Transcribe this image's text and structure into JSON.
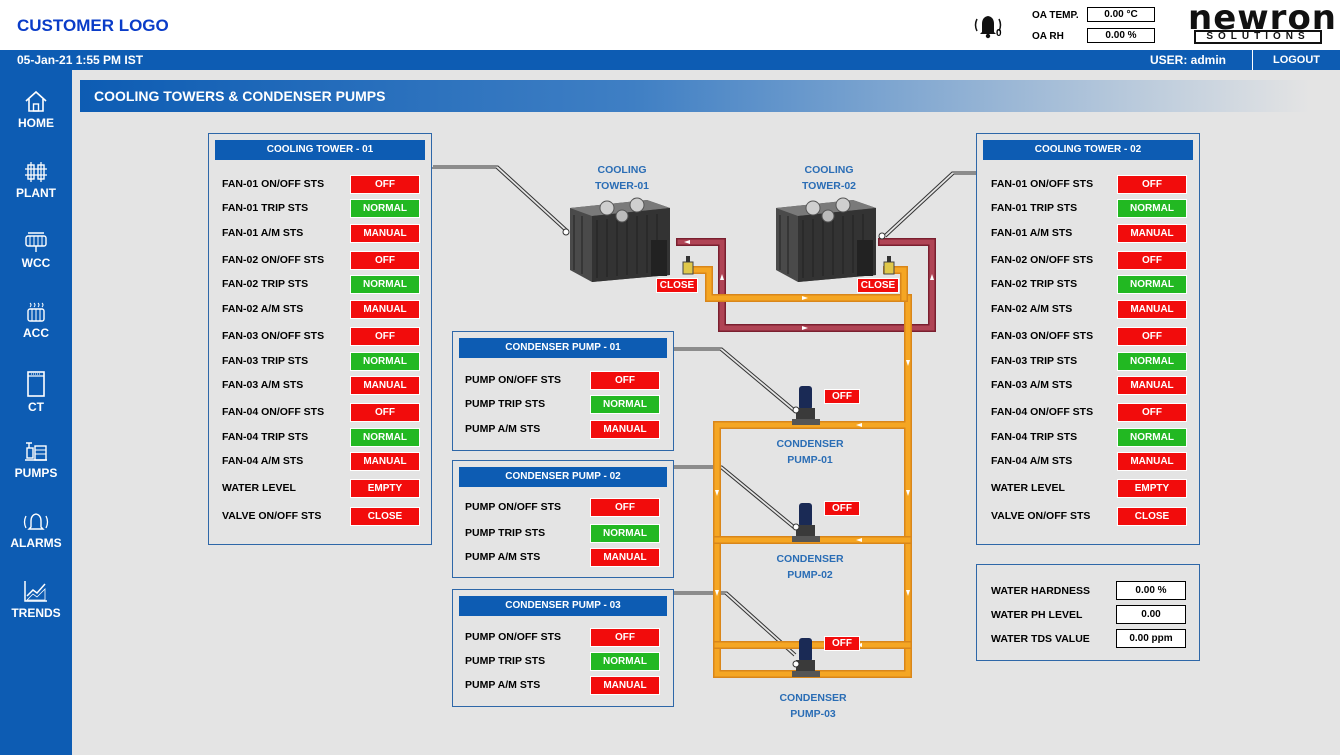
{
  "header": {
    "customer_logo": "CUSTOMER LOGO",
    "alarm_count": "0",
    "oa_temp_label": "OA TEMP.",
    "oa_temp_value": "0.00 °C",
    "oa_rh_label": "OA RH",
    "oa_rh_value": "0.00 %",
    "brand_name": "newron",
    "brand_sub": "SOLUTIONS"
  },
  "status_bar": {
    "datetime": "05-Jan-21 1:55 PM IST",
    "user": "USER: admin",
    "logout": "LOGOUT"
  },
  "sidebar": {
    "items": [
      {
        "label": "HOME",
        "icon": "home-icon"
      },
      {
        "label": "PLANT",
        "icon": "plant-icon"
      },
      {
        "label": "WCC",
        "icon": "wcc-icon"
      },
      {
        "label": "ACC",
        "icon": "acc-icon"
      },
      {
        "label": "CT",
        "icon": "ct-icon"
      },
      {
        "label": "PUMPS",
        "icon": "pumps-icon"
      },
      {
        "label": "ALARMS",
        "icon": "alarms-icon"
      },
      {
        "label": "TRENDS",
        "icon": "trends-icon"
      }
    ]
  },
  "page": {
    "title": "COOLING TOWERS & CONDENSER PUMPS"
  },
  "cooling_tower_1": {
    "title": "COOLING TOWER - 01",
    "rows": [
      {
        "label": "FAN-01 ON/OFF STS",
        "value": "OFF"
      },
      {
        "label": "FAN-01 TRIP STS",
        "value": "NORMAL"
      },
      {
        "label": "FAN-01 A/M STS",
        "value": "MANUAL"
      },
      {
        "label": "FAN-02 ON/OFF STS",
        "value": "OFF"
      },
      {
        "label": "FAN-02 TRIP STS",
        "value": "NORMAL"
      },
      {
        "label": "FAN-02 A/M STS",
        "value": "MANUAL"
      },
      {
        "label": "FAN-03 ON/OFF STS",
        "value": "OFF"
      },
      {
        "label": "FAN-03 TRIP STS",
        "value": "NORMAL"
      },
      {
        "label": "FAN-03 A/M STS",
        "value": "MANUAL"
      },
      {
        "label": "FAN-04 ON/OFF STS",
        "value": "OFF"
      },
      {
        "label": "FAN-04 TRIP STS",
        "value": "NORMAL"
      },
      {
        "label": "FAN-04 A/M STS",
        "value": "MANUAL"
      },
      {
        "label": "WATER LEVEL",
        "value": "EMPTY"
      },
      {
        "label": "VALVE ON/OFF STS",
        "value": "CLOSE"
      }
    ]
  },
  "cooling_tower_2": {
    "title": "COOLING TOWER - 02",
    "rows": [
      {
        "label": "FAN-01 ON/OFF STS",
        "value": "OFF"
      },
      {
        "label": "FAN-01 TRIP STS",
        "value": "NORMAL"
      },
      {
        "label": "FAN-01 A/M STS",
        "value": "MANUAL"
      },
      {
        "label": "FAN-02 ON/OFF STS",
        "value": "OFF"
      },
      {
        "label": "FAN-02 TRIP STS",
        "value": "NORMAL"
      },
      {
        "label": "FAN-02 A/M STS",
        "value": "MANUAL"
      },
      {
        "label": "FAN-03 ON/OFF STS",
        "value": "OFF"
      },
      {
        "label": "FAN-03 TRIP STS",
        "value": "NORMAL"
      },
      {
        "label": "FAN-03 A/M STS",
        "value": "MANUAL"
      },
      {
        "label": "FAN-04 ON/OFF STS",
        "value": "OFF"
      },
      {
        "label": "FAN-04 TRIP STS",
        "value": "NORMAL"
      },
      {
        "label": "FAN-04 A/M STS",
        "value": "MANUAL"
      },
      {
        "label": "WATER LEVEL",
        "value": "EMPTY"
      },
      {
        "label": "VALVE ON/OFF STS",
        "value": "CLOSE"
      }
    ]
  },
  "pumps": [
    {
      "title": "CONDENSER PUMP - 01",
      "rows": [
        {
          "label": "PUMP ON/OFF STS",
          "value": "OFF"
        },
        {
          "label": "PUMP TRIP STS",
          "value": "NORMAL"
        },
        {
          "label": "PUMP A/M STS",
          "value": "MANUAL"
        }
      ],
      "diagram_label_1": "CONDENSER",
      "diagram_label_2": "PUMP-01",
      "diagram_status": "OFF"
    },
    {
      "title": "CONDENSER PUMP - 02",
      "rows": [
        {
          "label": "PUMP ON/OFF STS",
          "value": "OFF"
        },
        {
          "label": "PUMP TRIP STS",
          "value": "NORMAL"
        },
        {
          "label": "PUMP A/M STS",
          "value": "MANUAL"
        }
      ],
      "diagram_label_1": "CONDENSER",
      "diagram_label_2": "PUMP-02",
      "diagram_status": "OFF"
    },
    {
      "title": "CONDENSER PUMP - 03",
      "rows": [
        {
          "label": "PUMP ON/OFF STS",
          "value": "OFF"
        },
        {
          "label": "PUMP TRIP STS",
          "value": "NORMAL"
        },
        {
          "label": "PUMP A/M STS",
          "value": "MANUAL"
        }
      ],
      "diagram_label_1": "CONDENSER",
      "diagram_label_2": "PUMP-03",
      "diagram_status": "OFF"
    }
  ],
  "towers_diagram": [
    {
      "label_1": "COOLING",
      "label_2": "TOWER-01",
      "valve_status": "CLOSE"
    },
    {
      "label_1": "COOLING",
      "label_2": "TOWER-02",
      "valve_status": "CLOSE"
    }
  ],
  "water_quality": {
    "rows": [
      {
        "label": "WATER HARDNESS",
        "value": "0.00 %"
      },
      {
        "label": "WATER PH LEVEL",
        "value": "0.00"
      },
      {
        "label": "WATER TDS VALUE",
        "value": "0.00 ppm"
      }
    ]
  },
  "colors": {
    "primary_blue": "#0d5cb3",
    "off_red": "#f20c0c",
    "normal_green": "#22b822",
    "pipe_orange": "#f5a623",
    "pipe_maroon": "#a63a4a"
  }
}
